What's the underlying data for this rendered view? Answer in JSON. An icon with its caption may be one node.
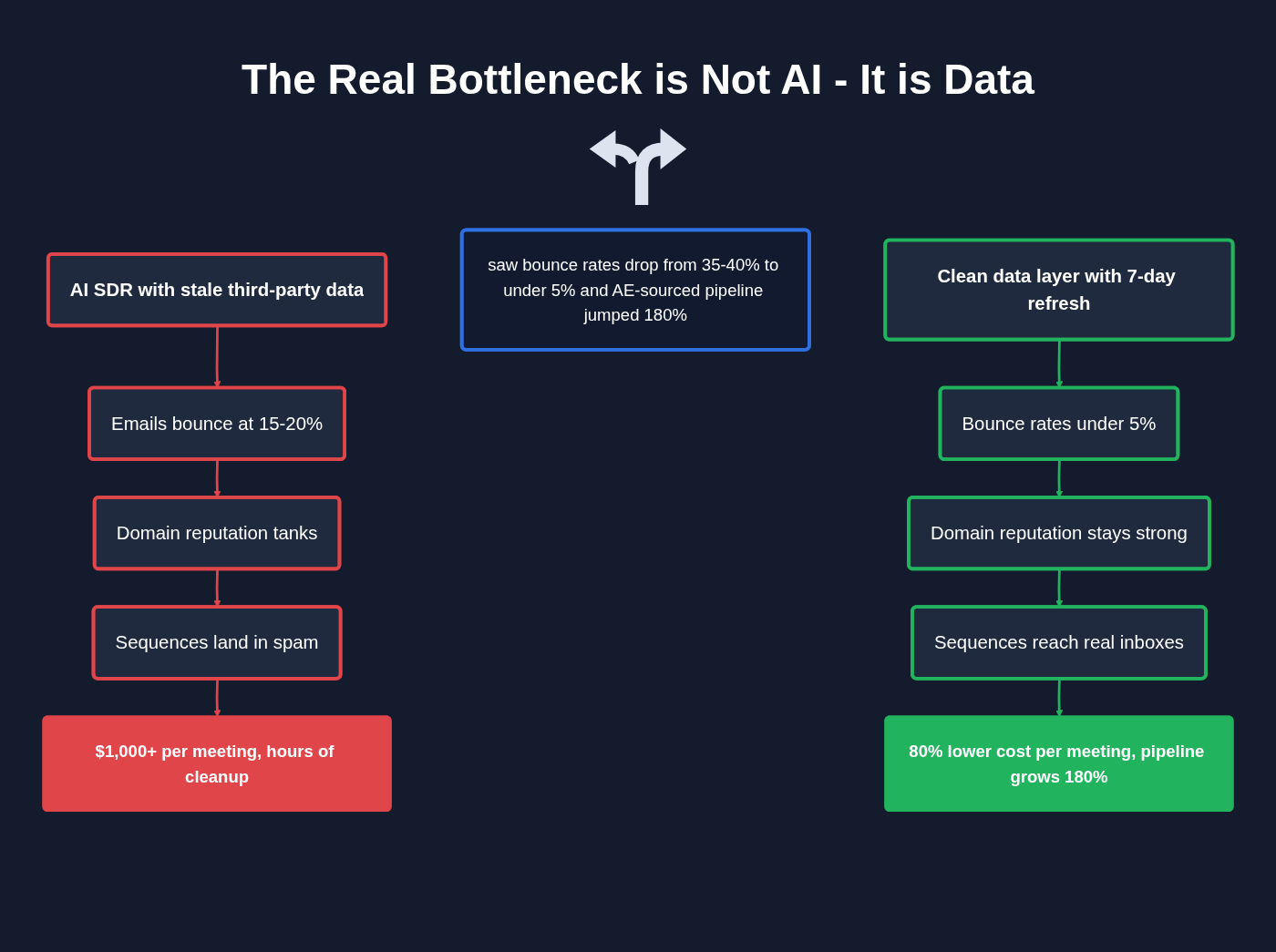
{
  "diagram": {
    "title": "The Real Bottleneck is Not AI - It is Data",
    "nodes": [
      {
        "text": [
          "AI SDR with stale third-party data"
        ]
      },
      {
        "text": [
          "Emails bounce at 15-20%"
        ]
      },
      {
        "text": [
          "Domain reputation tanks"
        ]
      },
      {
        "text": [
          "Sequences land in spam"
        ]
      },
      {
        "text": [
          "$1,000+ per meeting, hours of cleanup"
        ]
      },
      {
        "text": [
          "Clean data layer with 7-day refresh"
        ]
      },
      {
        "text": [
          "Bounce rates under 5%"
        ]
      },
      {
        "text": [
          "Domain reputation stays strong"
        ]
      },
      {
        "text": [
          "Sequences reach real inboxes"
        ]
      },
      {
        "text": [
          "80% lower cost per meeting, pipeline grows 180%"
        ]
      },
      {
        "text": [
          "saw bounce rates drop from 35-40% to under 5% and AE-sourced pipeline jumped 180%"
        ]
      }
    ],
    "edges": [
      {
        "from": 0,
        "to": 1,
        "arrow": "to",
        "color": "#e0454a"
      },
      {
        "from": 1,
        "to": 2,
        "arrow": "to",
        "color": "#e0454a"
      },
      {
        "from": 2,
        "to": 3,
        "arrow": "to",
        "color": "#e0454a"
      },
      {
        "from": 3,
        "to": 4,
        "arrow": "to",
        "color": "#e0454a"
      },
      {
        "from": 5,
        "to": 6,
        "arrow": "to",
        "color": "#22b35e"
      },
      {
        "from": 6,
        "to": 7,
        "arrow": "to",
        "color": "#22b35e"
      },
      {
        "from": 7,
        "to": 8,
        "arrow": "to",
        "color": "#22b35e"
      },
      {
        "from": 8,
        "to": 9,
        "arrow": "to",
        "color": "#22b35e"
      }
    ]
  }
}
